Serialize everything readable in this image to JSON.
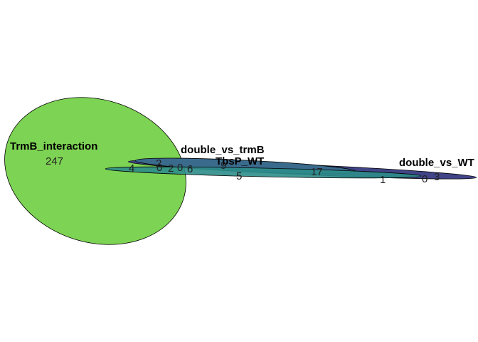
{
  "diagram": {
    "type": "euler-venn",
    "sets": [
      {
        "id": "trmb",
        "name": "TrmB_interaction",
        "color": "#7dd353"
      },
      {
        "id": "dvt",
        "name": "double_vs_trmB",
        "color": "#3d5f8e"
      },
      {
        "id": "tbsp",
        "name": "TbsP_WT",
        "color": "#2e8d8a"
      },
      {
        "id": "dvw",
        "name": "double_vs_WT",
        "color": "#414487"
      }
    ],
    "counts": {
      "trmb_only": "247",
      "c_4": "4",
      "c_2a": "2",
      "c_0a": "0",
      "c_2b": "2",
      "c_0b": "0",
      "c_6": "6",
      "c_9": "9",
      "c_5": "5",
      "c_17": "17",
      "c_1": "1",
      "c_0c": "0",
      "c_3": "3"
    }
  }
}
